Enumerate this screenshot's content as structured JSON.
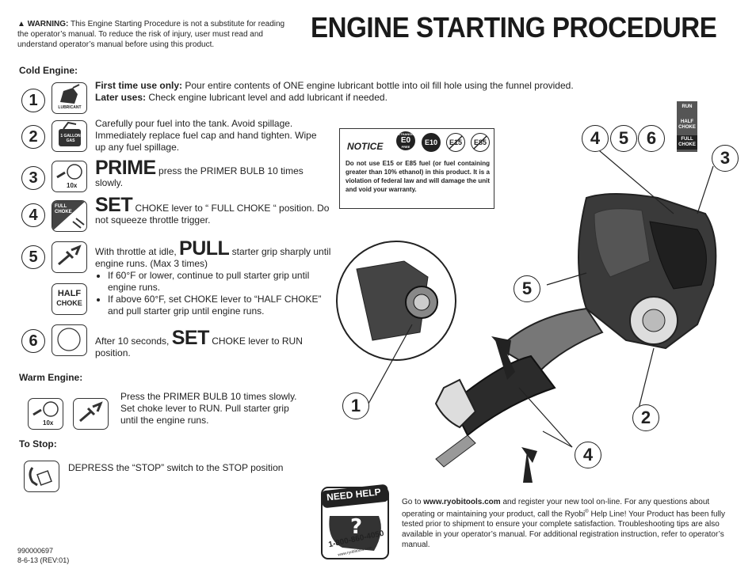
{
  "warning": {
    "label": "WARNING:",
    "text": "This Engine Starting Procedure is not a substitute for reading the operator’s manual. To reduce the risk of injury, user must read and understand operator’s manual before using this product."
  },
  "title": "ENGINE STARTING PROCEDURE",
  "cold_engine": {
    "heading": "Cold Engine:",
    "steps": [
      {
        "num": "1",
        "icon_label": "LUBRICANT",
        "icon": "lubricant-bottle-icon"
      },
      {
        "num": "2",
        "icon_label_1": "1 GALLON",
        "icon_label_2": "GAS",
        "icon": "fuel-can-icon"
      },
      {
        "num": "3",
        "icon_label": "10x",
        "icon": "primer-bulb-icon"
      },
      {
        "num": "4",
        "icon_label_1": "FULL",
        "icon_label_2": "CHOKE",
        "icon": "full-choke-icon"
      },
      {
        "num": "5",
        "icon": "pull-starter-icon"
      },
      {
        "num": "6",
        "icon": "run-circle-icon"
      }
    ],
    "step1_lead": "First time use only:",
    "step1_text": " Pour entire contents of ONE engine lubricant bottle into oil fill hole  using the funnel provided.",
    "step1_lead2": "Later uses:",
    "step1_text2": " Check engine lubricant level and add lubricant if needed.",
    "step2_text": "Carefully pour fuel into the tank. Avoid spillage. Immediately replace fuel cap and hand tighten. Wipe up any fuel spillage.",
    "step3_big": "PRIME",
    "step3_text": " press the PRIMER BULB 10 times slowly.",
    "step4_big": "SET",
    "step4_text": " CHOKE lever to “ FULL CHOKE “ position. Do not squeeze throttle trigger.",
    "step5_pre": "With throttle at idle, ",
    "step5_big": "PULL",
    "step5_text": " starter grip sharply until engine runs. (Max 3 times)",
    "step5_bullet1": "If 60°F or lower, continue to pull starter grip until engine runs.",
    "step5_bullet2": "If above 60°F, set CHOKE lever to “HALF CHOKE” and pull starter grip until engine runs.",
    "half_choke_1": "HALF",
    "half_choke_2": "CHOKE",
    "step6_pre": "After 10 seconds, ",
    "step6_big": "SET",
    "step6_text": " CHOKE lever to RUN position."
  },
  "warm_engine": {
    "heading": "Warm Engine:",
    "icon_label": "10x",
    "text": "Press the PRIMER BULB 10 times slowly. Set choke lever to RUN. Pull starter grip until the engine runs."
  },
  "to_stop": {
    "heading": "To Stop:",
    "text": "DEPRESS the “STOP” switch to the STOP position"
  },
  "notice": {
    "heading": "NOTICE",
    "fuels": [
      "E0",
      "E10",
      "E15",
      "E85"
    ],
    "e0_top": "ETHANOL",
    "e0_bottom": "FREE",
    "text": "Do not use E15 or E85 fuel (or fuel containing greater than 10% ethanol) in this product. It is a violation of federal law and will damage the unit and void your warranty."
  },
  "choke_sticker": {
    "run": "RUN",
    "half": "HALF CHOKE",
    "full": "FULL CHOKE"
  },
  "diagram_callouts": [
    "4",
    "5",
    "6",
    "3",
    "5",
    "1",
    "2",
    "4"
  ],
  "need_help": {
    "title": "NEED HELP",
    "phone": "1-800-860-4050",
    "site": "www.ryobitools.com"
  },
  "bottom": {
    "pre": "Go to ",
    "url": "www.ryobitools.com",
    "post": " and register your new tool on-line. For any questions about operating or maintaining your product, call the Ryobi",
    "reg": "®",
    "post2": " Help Line! Your Product has been fully tested prior to shipment to ensure your complete satisfaction. Troubleshooting tips are also available in your operator’s manual. For additional registration instruction, refer to operator’s manual."
  },
  "part_number": "990000697",
  "date_rev": "8-6-13 (REV:01)"
}
